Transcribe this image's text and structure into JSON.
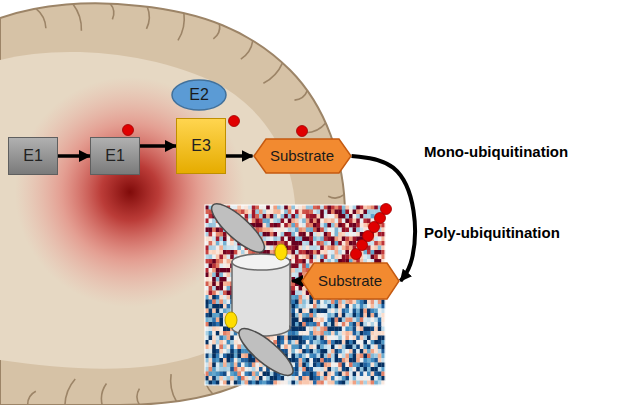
{
  "diagram": {
    "nodes": [
      {
        "text": [
          "E1"
        ]
      },
      {
        "text": [
          "E1"
        ]
      },
      {
        "text": [
          "E2"
        ]
      },
      {
        "text": [
          "E3"
        ]
      },
      {
        "text": [
          "Substrate"
        ]
      },
      {
        "text": [
          "Substrate"
        ]
      }
    ],
    "edges": [
      {
        "from": 0,
        "to": 1,
        "arrow": "to"
      },
      {
        "from": 1,
        "to": 3,
        "arrow": "to"
      },
      {
        "from": 3,
        "to": 4,
        "arrow": "to"
      },
      {
        "from": 4,
        "to": 5,
        "arrow": "to"
      }
    ],
    "labels": [
      "Mono-ubiquitination",
      "Poly-ubiquitination"
    ]
  }
}
